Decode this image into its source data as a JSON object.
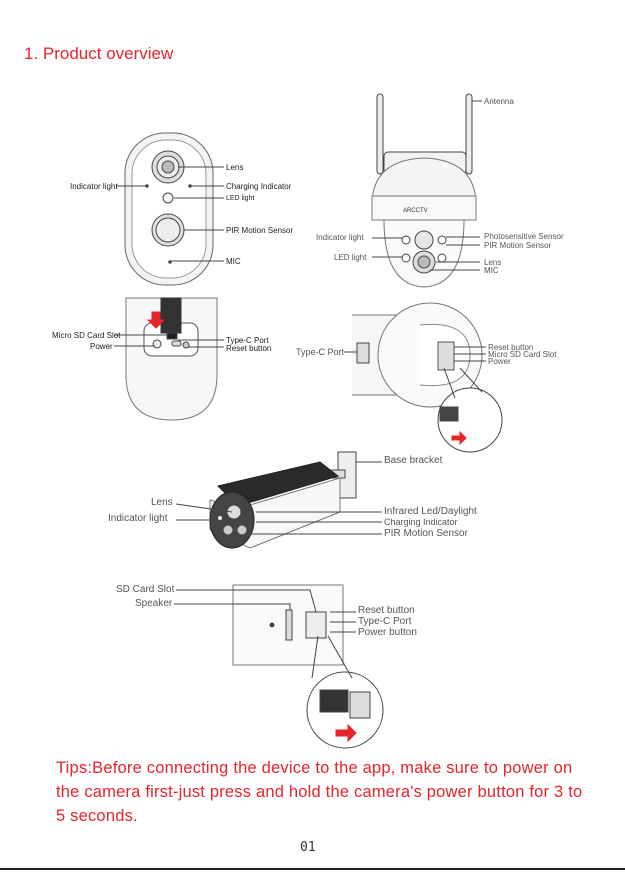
{
  "section_title": "1.  Product overview",
  "cam1": {
    "lens": "Lens",
    "indicator_light": "Indicator light",
    "charging_indicator": "Charging Indicator",
    "led_light": "LED light",
    "pir": "PIR Motion Sensor",
    "mic": "MIC"
  },
  "cam1_back": {
    "micro_sd": "Micro SD Card Slot",
    "power": "Power",
    "type_c": "Type-C Port",
    "reset": "Reset button"
  },
  "cam2": {
    "antenna": "Antenna",
    "brand": "ARCCTV",
    "indicator_light": "Indicator light",
    "led_light": "LED light",
    "photosensitive": "Photosensitive Sensor",
    "pir": "PIR Motion Sensor",
    "lens": "Lens",
    "mic": "MIC"
  },
  "cam2_back": {
    "type_c": "Type-C Port",
    "reset": "Reset button",
    "micro_sd": "Micro SD Card Slot",
    "power": "Power"
  },
  "cam3": {
    "base_bracket": "Base bracket",
    "lens": "Lens",
    "indicator_light": "Indicator light",
    "infrared": "Infrared Led/Daylight",
    "charging_indicator": "Charging Indicator",
    "pir": "PIR Motion Sensor"
  },
  "cam3_bottom": {
    "sd_slot": "SD Card Slot",
    "speaker": "Speaker",
    "reset": "Reset button",
    "type_c": "Type-C Port",
    "power": "Power button"
  },
  "tips": "Tips:Before connecting the device to the app, make sure to power on the camera first-just press and hold the camera's power button for 3 to 5 seconds.",
  "page_number": "01",
  "colors": {
    "accent": "#e8242b"
  }
}
